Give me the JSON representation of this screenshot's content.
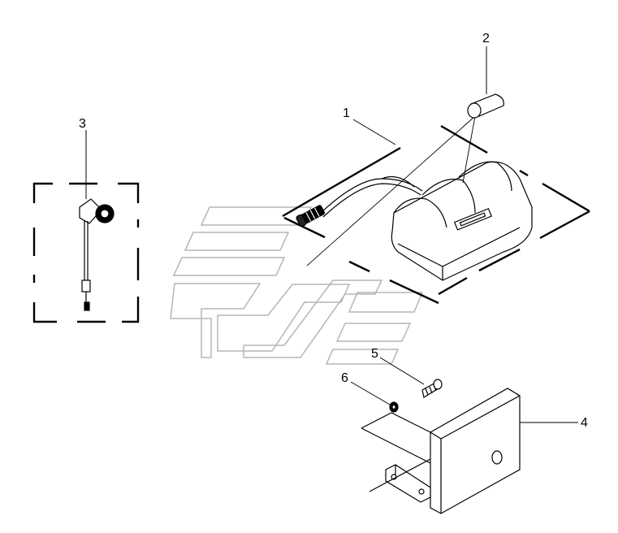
{
  "diagram": {
    "callouts": [
      {
        "id": "1",
        "label": "1"
      },
      {
        "id": "2",
        "label": "2"
      },
      {
        "id": "3",
        "label": "3"
      },
      {
        "id": "4",
        "label": "4"
      },
      {
        "id": "5",
        "label": "5"
      },
      {
        "id": "6",
        "label": "6"
      }
    ],
    "colors": {
      "line": "#000000",
      "watermark": "#b5b5b5",
      "background": "#ffffff"
    }
  }
}
